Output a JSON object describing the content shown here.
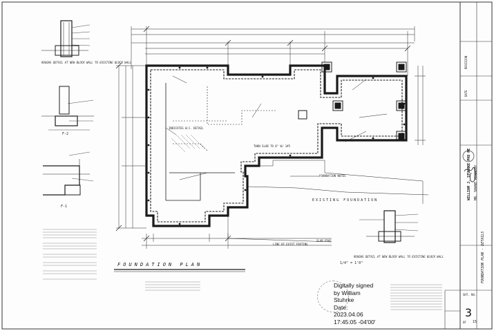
{
  "plan_title": "FOUNDATION PLAN",
  "plan_scale": "1/4\" = 1'0\"",
  "detail_titles": {
    "detail_1": "ROUGHS DETAIL AT NEW BLOCK WALL TO EXISTING BLOCK WALL",
    "detail_2": "ROUGHS DETAIL AT NEW BLOCK WALL TO EXISTING BLOCK WALL",
    "detail_f1": "F-1",
    "detail_f2": "F-2"
  },
  "plan_notes": {
    "foundation_notes_heading": "FOUNDATION NOTES",
    "existing_foundation": "EXISTING FOUNDATION",
    "line_of_existing_footing": "LINE OF EXIST FOOTING",
    "slab_edge": "SLAB EDGE",
    "thick_slab_note": "THKN SLAB TO 8\" W/ 1#5",
    "indicates_wc_detail": "INDICATES W.C. DETAIL"
  },
  "signature": {
    "line1": "Digitally signed",
    "line2": "by William",
    "line3": "Stuhrke",
    "line4": "Date:",
    "line5": "2023.04.06",
    "line6": "17:45:05 -04'00'"
  },
  "title_block": {
    "engineer": "WILLIAM J. STUHRKE PHD PE",
    "project": "MR. SHANE KENNEDY",
    "sheet_title": "FOUNDATION PLAN - DETAILS",
    "sheet_label": "SHT. NO.",
    "sheet_number": "3",
    "sheet_of": "OF",
    "sheet_total": "15",
    "revision_label": "REVISION",
    "date_label": "DATE"
  },
  "colors": {
    "ink": "#1a1a1a",
    "paper": "#fdfdfd",
    "hatch": "#555555"
  }
}
